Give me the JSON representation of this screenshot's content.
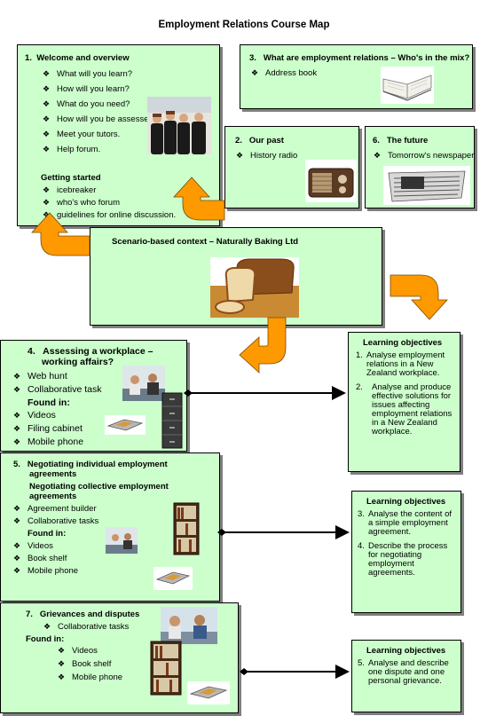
{
  "page_title": "Employment Relations Course Map",
  "box1": {
    "number": "1.",
    "heading": "Welcome and overview",
    "items": [
      "What will you learn?",
      "How will you learn?",
      "What do you need?",
      "How will you be assessed?",
      "Meet your tutors.",
      "Help forum."
    ],
    "sub_heading": "Getting started",
    "sub_items": [
      "icebreaker",
      "who's who forum",
      "guidelines for online discussion."
    ]
  },
  "box3": {
    "number": "3.",
    "heading": "What are employment relations – Who's in the mix?",
    "items": [
      "Address book"
    ]
  },
  "box2": {
    "number": "2.",
    "heading": "Our past",
    "items": [
      "History radio"
    ]
  },
  "box6": {
    "number": "6.",
    "heading": "The future",
    "items": [
      "Tomorrow's newspaper"
    ]
  },
  "scenario": {
    "heading": "Scenario-based context – Naturally Baking Ltd"
  },
  "box4": {
    "number": "4.",
    "heading_line1": "Assessing a workplace –",
    "heading_line2": "working affairs?",
    "items": [
      "Web hunt",
      "Collaborative task"
    ],
    "found_in": "Found in:",
    "found_items": [
      "Videos",
      "Filing cabinet",
      "Mobile phone"
    ]
  },
  "box5": {
    "number": "5.",
    "heading_line1": "Negotiating individual employment",
    "heading_line2": "agreements",
    "heading2_line1": "Negotiating collective employment",
    "heading2_line2": "agreements",
    "items": [
      "Agreement builder",
      "Collaborative tasks"
    ],
    "found_in": "Found in:",
    "found_items": [
      "Videos",
      "Book shelf",
      "Mobile phone"
    ]
  },
  "box7": {
    "number": "7.",
    "heading": "Grievances and disputes",
    "items": [
      "Collaborative tasks"
    ],
    "found_in": "Found in:",
    "found_items": [
      "Videos",
      "Book shelf",
      "Mobile phone"
    ]
  },
  "lo1": {
    "heading": "Learning objectives",
    "items": [
      {
        "n": "1.",
        "text": "Analyse employment relations in a New Zealand workplace."
      },
      {
        "n": "2.",
        "text": "Analyse and produce effective solutions for issues affecting employment relations in a New Zealand workplace."
      }
    ]
  },
  "lo2": {
    "heading": "Learning objectives",
    "items": [
      {
        "n": "3.",
        "text": "Analyse the content of a simple employment agreement."
      },
      {
        "n": "4.",
        "text": "Describe the process for negotiating employment agreements."
      }
    ]
  },
  "lo3": {
    "heading": "Learning objectives",
    "items": [
      {
        "n": "5.",
        "text": "Analyse and describe one dispute and one personal grievance."
      }
    ]
  },
  "colors": {
    "box_fill": "#ccffcc",
    "arrow_fill": "#ff9900",
    "border": "#000000",
    "shadow": "#7f7f7f"
  }
}
